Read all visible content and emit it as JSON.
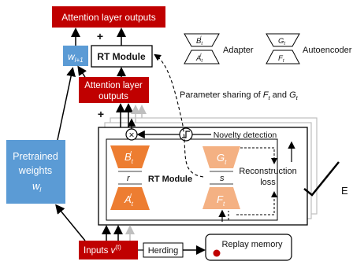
{
  "colors": {
    "red": "#c00000",
    "blue": "#5b9bd5",
    "orange": "#ed7d31",
    "light_orange": "#f4b183",
    "gray": "#bfbfbf",
    "black": "#000000"
  },
  "labels": {
    "attention_top": "Attention layer outputs",
    "attention_mid_line1": "Attention layer",
    "attention_mid_line2": "outputs",
    "rt_module_top": "RT Module",
    "w_next": "w",
    "w_next_sub": "l+1",
    "pretrained_line1": "Pretrained",
    "pretrained_line2": "weights",
    "pretrained_w": "w",
    "pretrained_w_sub": "l",
    "inputs": "Inputs ",
    "inputs_v": "v",
    "inputs_sup": "(t)",
    "herding": "Herding",
    "replay_memory": "Replay memory",
    "novelty_detection": "Novelty detection",
    "reconstruction_line1": "Reconstruction",
    "reconstruction_line2": "loss",
    "rt_module_inner": "RT Module",
    "r_label": "r",
    "s_label": "s",
    "param_sharing_prefix": "Parameter sharing of ",
    "param_sharing_and": " and ",
    "adapter_legend": "Adapter",
    "autoencoder_legend": "Autoencoder",
    "e_label": "E",
    "plus": "+",
    "times": "×",
    "sym_B": "B",
    "sym_A": "A",
    "sym_G": "G",
    "sym_F": "F",
    "sub_t": "t",
    "sup_l": "l"
  }
}
